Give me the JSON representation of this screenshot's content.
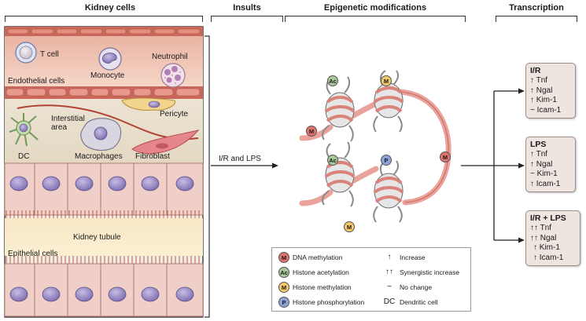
{
  "headers": {
    "kidney_cells": "Kidney cells",
    "insults": "Insults",
    "epigenetic": "Epigenetic modifications",
    "transcription": "Transcription"
  },
  "cells": {
    "t_cell": "T cell",
    "monocyte": "Monocyte",
    "neutrophil": "Neutrophil",
    "endothelial": "Endothelial cells",
    "pericyte": "Pericyte",
    "interstitial": "Interstitial area",
    "dc": "DC",
    "macrophages": "Macrophages",
    "fibroblast": "Fibroblast",
    "tubule": "Kidney tubule",
    "epithelial": "Epithelial cells"
  },
  "insult_label": "I/R and LPS",
  "marks": {
    "M": "M",
    "Ac": "Ac",
    "P": "P"
  },
  "boxes": [
    {
      "title": "I/R",
      "lines": [
        "↑ Tnf",
        "↑ Ngal",
        "↑ Kim-1",
        "− Icam-1"
      ]
    },
    {
      "title": "LPS",
      "lines": [
        "↑ Tnf",
        "↑ Ngal",
        "− Kim-1",
        "↑ Icam-1"
      ]
    },
    {
      "title": "I/R + LPS",
      "lines": [
        "↑↑ Tnf",
        "↑↑ Ngal",
        "↑ Kim-1",
        "↑ Icam-1"
      ]
    }
  ],
  "legend": {
    "dna_methylation": "DNA methylation",
    "histone_acetylation": "Histone acetylation",
    "histone_methylation": "Histone methylation",
    "histone_phosphorylation": "Histone phosphorylation",
    "increase_sym": "↑",
    "increase": "Increase",
    "synergistic_sym": "↑↑",
    "synergistic": "Synergistic increase",
    "nochange_sym": "−",
    "nochange": "No change",
    "dc_sym": "DC",
    "dc": "Dendritic cell"
  },
  "colors": {
    "dna_methylation": "#e0736e",
    "histone_acetylation": "#a9c79a",
    "histone_methylation": "#f2c86a",
    "histone_phosphorylation": "#8fa3d9",
    "tissue_wall": "#c9685a",
    "box_fill": "#efe5e0"
  }
}
